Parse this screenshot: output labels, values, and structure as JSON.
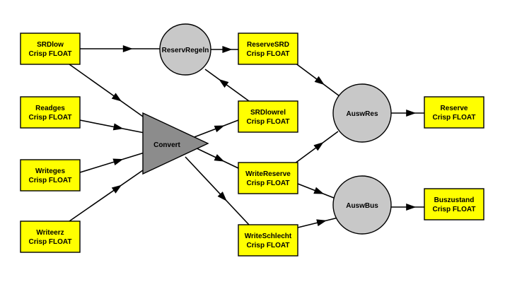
{
  "colors": {
    "box_fill": "#ffff00",
    "box_stroke": "#000000",
    "circle_fill": "#c8c8c8",
    "triangle_fill": "#8c8c8c",
    "edge": "#000000"
  },
  "boxes": [
    {
      "id": "srdlow",
      "name": "SRDlow",
      "type": "Crisp FLOAT"
    },
    {
      "id": "readges",
      "name": "Readges",
      "type": "Crisp FLOAT"
    },
    {
      "id": "writeges",
      "name": "Writeges",
      "type": "Crisp FLOAT"
    },
    {
      "id": "writeerz",
      "name": "Writeerz",
      "type": "Crisp FLOAT"
    },
    {
      "id": "reservesrd",
      "name": "ReserveSRD",
      "type": "Crisp FLOAT"
    },
    {
      "id": "srdlowrel",
      "name": "SRDlowrel",
      "type": "Crisp FLOAT"
    },
    {
      "id": "writereserve",
      "name": "WriteReserve",
      "type": "Crisp FLOAT"
    },
    {
      "id": "writeschlecht",
      "name": "WriteSchlecht",
      "type": "Crisp FLOAT"
    },
    {
      "id": "reserve",
      "name": "Reserve",
      "type": "Crisp FLOAT"
    },
    {
      "id": "buszustand",
      "name": "Buszustand",
      "type": "Crisp FLOAT"
    }
  ],
  "nodes": [
    {
      "id": "reservregeln",
      "name": "ReservRegeln",
      "shape": "circle"
    },
    {
      "id": "auswres",
      "name": "AuswRes",
      "shape": "circle"
    },
    {
      "id": "auswbus",
      "name": "AuswBus",
      "shape": "circle"
    },
    {
      "id": "convert",
      "name": "Convert",
      "shape": "triangle"
    }
  ],
  "edges": [
    {
      "from": "srdlow",
      "to": "reservregeln"
    },
    {
      "from": "reservregeln",
      "to": "reservesrd"
    },
    {
      "from": "srdlowrel",
      "to": "reservregeln"
    },
    {
      "from": "srdlow",
      "to": "convert"
    },
    {
      "from": "readges",
      "to": "convert"
    },
    {
      "from": "writeges",
      "to": "convert"
    },
    {
      "from": "writeerz",
      "to": "convert"
    },
    {
      "from": "convert",
      "to": "srdlowrel"
    },
    {
      "from": "convert",
      "to": "writereserve"
    },
    {
      "from": "convert",
      "to": "writeschlecht"
    },
    {
      "from": "reservesrd",
      "to": "auswres"
    },
    {
      "from": "writereserve",
      "to": "auswres"
    },
    {
      "from": "auswres",
      "to": "reserve"
    },
    {
      "from": "writereserve",
      "to": "auswbus"
    },
    {
      "from": "writeschlecht",
      "to": "auswbus"
    },
    {
      "from": "auswbus",
      "to": "buszustand"
    }
  ]
}
